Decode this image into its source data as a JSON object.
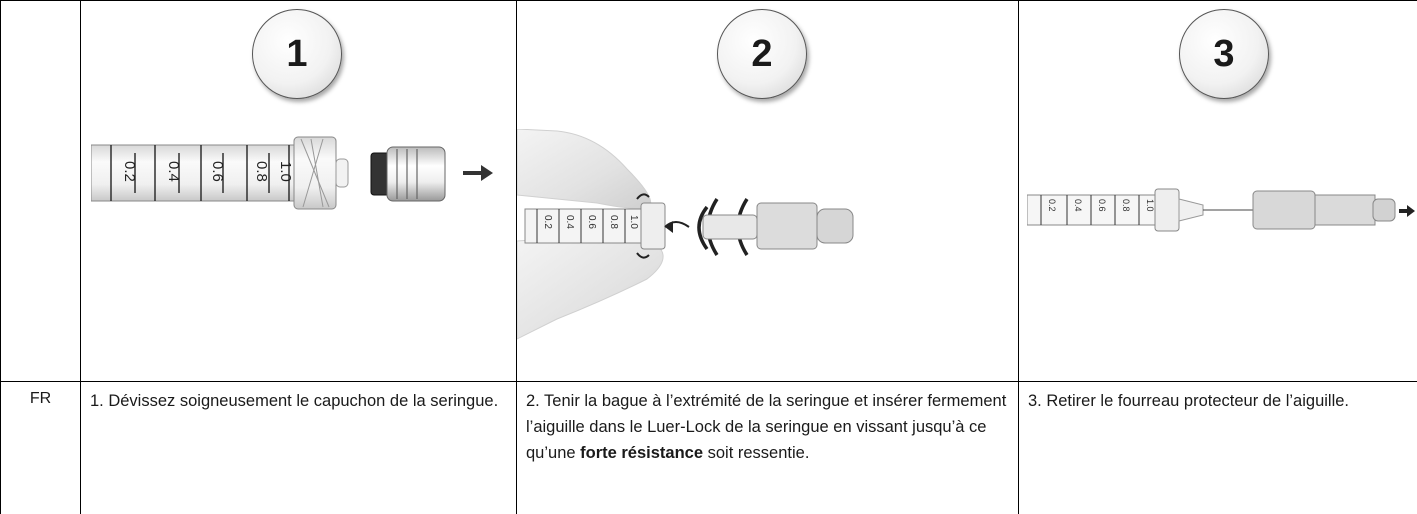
{
  "language_code": "FR",
  "steps": [
    {
      "number": "1",
      "text_before": "1. Dévissez soigneusement le capuchon de la seringue.",
      "bold": "",
      "text_after": "",
      "illustration": "syringe-cap-unscrew-illustration"
    },
    {
      "number": "2",
      "text_before": "2. Tenir la bague à l’extrémité de la seringue et insérer fermement l’aiguille dans le Luer-Lock de la seringue en vissant jusqu’à ce qu’une ",
      "bold": "forte résistance",
      "text_after": " soit ressentie.",
      "illustration": "needle-attach-illustration"
    },
    {
      "number": "3",
      "text_before": "3. Retirer le fourreau protecteur de l’aiguille.",
      "bold": "",
      "text_after": "",
      "illustration": "needle-shield-removal-illustration"
    }
  ],
  "syringe_scale_labels": [
    "0.2",
    "0.4",
    "0.6",
    "0.8",
    "1.0"
  ]
}
